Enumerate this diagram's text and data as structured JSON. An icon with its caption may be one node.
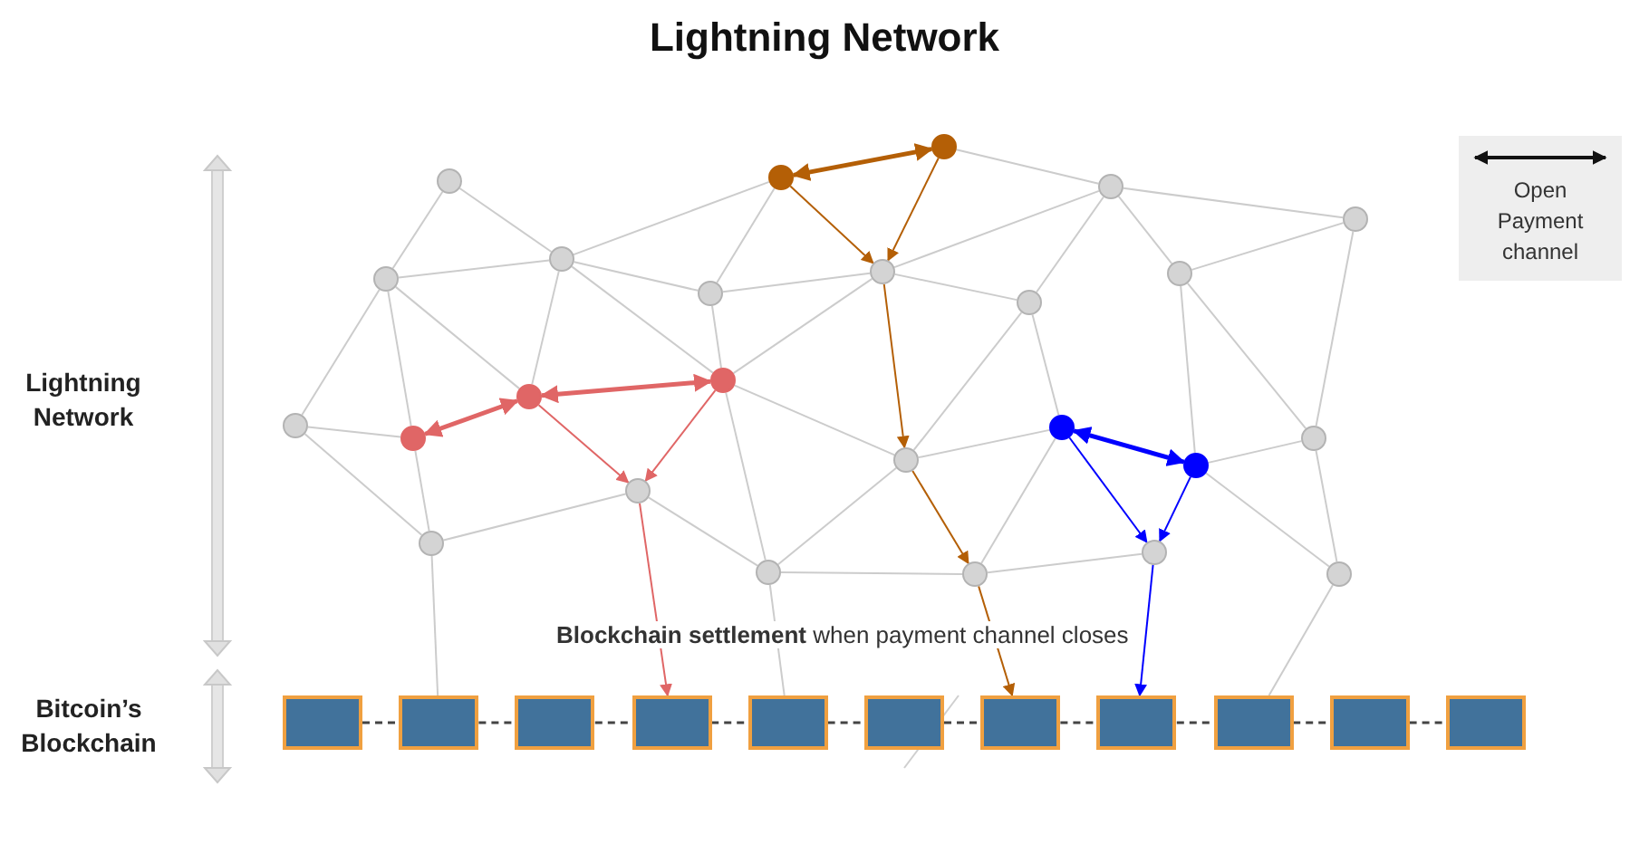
{
  "diagram": {
    "title": "Lightning Network",
    "nodes": [
      {
        "text": [],
        "shape": "circle"
      },
      {
        "text": [],
        "shape": "circle"
      },
      {
        "text": [],
        "shape": "circle"
      },
      {
        "text": [],
        "shape": "circle"
      },
      {
        "text": [],
        "shape": "circle"
      },
      {
        "text": [],
        "shape": "circle"
      },
      {
        "text": [],
        "shape": "circle"
      },
      {
        "text": [],
        "shape": "circle"
      },
      {
        "text": [],
        "shape": "circle"
      },
      {
        "text": [],
        "shape": "circle"
      },
      {
        "text": [],
        "shape": "circle"
      },
      {
        "text": [],
        "shape": "circle"
      },
      {
        "text": [],
        "shape": "circle"
      },
      {
        "text": [],
        "shape": "circle"
      },
      {
        "text": [],
        "shape": "circle"
      },
      {
        "text": [],
        "shape": "circle"
      },
      {
        "text": [],
        "shape": "circle"
      },
      {
        "text": [],
        "shape": "circle"
      },
      {
        "text": [],
        "shape": "circle"
      },
      {
        "text": [],
        "shape": "circle"
      },
      {
        "text": [],
        "shape": "circle"
      },
      {
        "text": [],
        "shape": "circle"
      },
      {
        "text": [],
        "shape": "circle"
      },
      {
        "text": [],
        "shape": "circle"
      },
      {
        "text": [],
        "shape": "circle"
      },
      {
        "text": [],
        "shape": "box"
      },
      {
        "text": [],
        "shape": "box"
      },
      {
        "text": [],
        "shape": "box"
      },
      {
        "text": [],
        "shape": "box"
      },
      {
        "text": [],
        "shape": "box"
      },
      {
        "text": [],
        "shape": "box"
      },
      {
        "text": [],
        "shape": "box"
      },
      {
        "text": [],
        "shape": "box"
      },
      {
        "text": [],
        "shape": "box"
      },
      {
        "text": [],
        "shape": "box"
      },
      {
        "text": [],
        "shape": "box"
      }
    ],
    "edges": [
      {
        "from": 0,
        "to": 1,
        "arrow": "none"
      },
      {
        "from": 0,
        "to": 2,
        "arrow": "none"
      },
      {
        "from": 1,
        "to": 2,
        "arrow": "none"
      },
      {
        "from": 1,
        "to": 13,
        "arrow": "none"
      },
      {
        "from": 1,
        "to": 11,
        "arrow": "none"
      },
      {
        "from": 1,
        "to": 12,
        "arrow": "none"
      },
      {
        "from": 2,
        "to": 4,
        "arrow": "none"
      },
      {
        "from": 2,
        "to": 3,
        "arrow": "none"
      },
      {
        "from": 2,
        "to": 14,
        "arrow": "none"
      },
      {
        "from": 2,
        "to": 13,
        "arrow": "none"
      },
      {
        "from": 4,
        "to": 3,
        "arrow": "none"
      },
      {
        "from": 3,
        "to": 6,
        "arrow": "none"
      },
      {
        "from": 3,
        "to": 14,
        "arrow": "none"
      },
      {
        "from": 14,
        "to": 21,
        "arrow": "none"
      },
      {
        "from": 6,
        "to": 14,
        "arrow": "none"
      },
      {
        "from": 14,
        "to": 16,
        "arrow": "none"
      },
      {
        "from": 11,
        "to": 12,
        "arrow": "none"
      },
      {
        "from": 11,
        "to": 20,
        "arrow": "none"
      },
      {
        "from": 12,
        "to": 20,
        "arrow": "none"
      },
      {
        "from": 20,
        "to": 15,
        "arrow": "none"
      },
      {
        "from": 15,
        "to": 21,
        "arrow": "none"
      },
      {
        "from": 21,
        "to": 16,
        "arrow": "none"
      },
      {
        "from": 21,
        "to": 22,
        "arrow": "none"
      },
      {
        "from": 20,
        "to": 26,
        "arrow": "none"
      },
      {
        "from": 21,
        "to": 29,
        "arrow": "none"
      },
      {
        "from": 5,
        "to": 7,
        "arrow": "none"
      },
      {
        "from": 7,
        "to": 10,
        "arrow": "none"
      },
      {
        "from": 6,
        "to": 7,
        "arrow": "none"
      },
      {
        "from": 7,
        "to": 8,
        "arrow": "none"
      },
      {
        "from": 7,
        "to": 9,
        "arrow": "none"
      },
      {
        "from": 9,
        "to": 10,
        "arrow": "none"
      },
      {
        "from": 6,
        "to": 8,
        "arrow": "none"
      },
      {
        "from": 8,
        "to": 17,
        "arrow": "none"
      },
      {
        "from": 8,
        "to": 16,
        "arrow": "none"
      },
      {
        "from": 9,
        "to": 18,
        "arrow": "none"
      },
      {
        "from": 9,
        "to": 19,
        "arrow": "none"
      },
      {
        "from": 10,
        "to": 19,
        "arrow": "none"
      },
      {
        "from": 18,
        "to": 19,
        "arrow": "none"
      },
      {
        "from": 18,
        "to": 24,
        "arrow": "none"
      },
      {
        "from": 19,
        "to": 24,
        "arrow": "none"
      },
      {
        "from": 16,
        "to": 17,
        "arrow": "none"
      },
      {
        "from": 17,
        "to": 22,
        "arrow": "none"
      },
      {
        "from": 22,
        "to": 23,
        "arrow": "none"
      },
      {
        "from": 24,
        "to": 33,
        "arrow": "none"
      },
      {
        "from": 4,
        "to": 5,
        "arrow": "both",
        "style": "thick",
        "color": "#b45f06"
      },
      {
        "from": 4,
        "to": 6,
        "arrow": "to",
        "color": "#b45f06"
      },
      {
        "from": 5,
        "to": 6,
        "arrow": "to",
        "color": "#b45f06"
      },
      {
        "from": 6,
        "to": 16,
        "arrow": "to",
        "color": "#b45f06"
      },
      {
        "from": 16,
        "to": 22,
        "arrow": "to",
        "color": "#b45f06"
      },
      {
        "from": 22,
        "to": 31,
        "arrow": "to",
        "color": "#b45f06"
      },
      {
        "from": 12,
        "to": 13,
        "arrow": "both",
        "style": "thick",
        "color": "#e06666"
      },
      {
        "from": 13,
        "to": 14,
        "arrow": "both",
        "style": "thick",
        "color": "#e06666"
      },
      {
        "from": 13,
        "to": 15,
        "arrow": "to",
        "color": "#e06666"
      },
      {
        "from": 14,
        "to": 15,
        "arrow": "to",
        "color": "#e06666"
      },
      {
        "from": 15,
        "to": 28,
        "arrow": "to",
        "color": "#e06666"
      },
      {
        "from": 17,
        "to": 18,
        "arrow": "both",
        "style": "thick",
        "color": "#0000ff"
      },
      {
        "from": 17,
        "to": 23,
        "arrow": "to",
        "color": "#0000ff"
      },
      {
        "from": 18,
        "to": 23,
        "arrow": "to",
        "color": "#0000ff"
      },
      {
        "from": 23,
        "to": 32,
        "arrow": "to",
        "color": "#0000ff"
      },
      {
        "from": 25,
        "to": 26,
        "arrow": "none",
        "style": "dashed",
        "color": "#444444"
      },
      {
        "from": 26,
        "to": 27,
        "arrow": "none",
        "style": "dashed",
        "color": "#444444"
      },
      {
        "from": 27,
        "to": 28,
        "arrow": "none",
        "style": "dashed",
        "color": "#444444"
      },
      {
        "from": 28,
        "to": 29,
        "arrow": "none",
        "style": "dashed",
        "color": "#444444"
      },
      {
        "from": 29,
        "to": 30,
        "arrow": "none",
        "style": "dashed",
        "color": "#444444"
      },
      {
        "from": 30,
        "to": 31,
        "arrow": "none",
        "style": "dashed",
        "color": "#444444"
      },
      {
        "from": 31,
        "to": 32,
        "arrow": "none",
        "style": "dashed",
        "color": "#444444"
      },
      {
        "from": 32,
        "to": 33,
        "arrow": "none",
        "style": "dashed",
        "color": "#444444"
      },
      {
        "from": 33,
        "to": 34,
        "arrow": "none",
        "style": "dashed",
        "color": "#444444"
      },
      {
        "from": 34,
        "to": 35,
        "arrow": "none",
        "style": "dashed",
        "color": "#444444"
      }
    ],
    "labels": [
      "Lightning Network",
      "Bitcoin’s Blockchain",
      "**Blockchain settlement** when payment channel closes"
    ],
    "legend": [
      {
        "text": "Open Payment channel"
      }
    ]
  }
}
